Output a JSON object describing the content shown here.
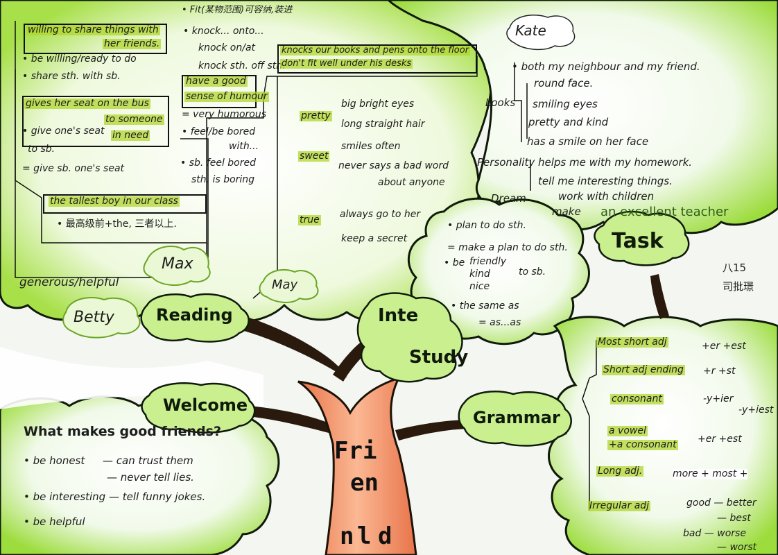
{
  "trunk_title": [
    "Fri",
    "en",
    "d"
  ],
  "trunk_title_mirrored_l": "l",
  "trunk_title_mirrored_n": "n",
  "nodes": {
    "reading": "Reading",
    "welcome": "Welcome",
    "integrated_study": [
      "Inte",
      "Study"
    ],
    "grammar": "Grammar",
    "task": "Task"
  },
  "names": {
    "max": "Max",
    "may": "May",
    "betty": "Betty",
    "kate": "Kate",
    "betty_trait": "generous/helpful"
  },
  "author": [
    "八15",
    "司批璟"
  ],
  "reading_notes": {
    "willing_box": [
      "willing to share things with",
      "her friends."
    ],
    "willing_points": [
      "• be willing/ready to do",
      "• share sth. with sb."
    ],
    "seat_box": [
      "gives her seat on the bus",
      "to someone",
      "in need"
    ],
    "seat_points": [
      "• give one's seat",
      "to sb.",
      "= give sb. one's seat"
    ],
    "fit_note": "• Fit(某物范围)可容纳,装进",
    "knock_points": [
      "• knock... onto...",
      "knock on/at",
      "knock sth. off sth."
    ],
    "knock_box": [
      "knocks our books and pens onto the floor",
      "don't fit well under his desks"
    ],
    "humour_box": [
      "have a good",
      "sense of humour"
    ],
    "humour_points": [
      "= very humorous",
      "• feel/be bored",
      "with...",
      "• sb. feel bored",
      "sth. is boring"
    ],
    "tallest_box": "the tallest boy in our class",
    "tallest_note": "• 最高级前+the, 三者以上."
  },
  "may_notes": {
    "pretty": "pretty",
    "pretty_points": [
      "big bright eyes",
      "long straight hair"
    ],
    "sweet": "sweet",
    "sweet_points": [
      "smiles often",
      "never says a bad word",
      "about anyone"
    ],
    "true": "true",
    "true_points": [
      "always go to her",
      "keep a secret"
    ]
  },
  "kate_notes": {
    "intro": "• both my neighbour and my friend.",
    "looks": "Looks",
    "looks_points": [
      "round face.",
      "smiling eyes",
      "pretty and kind",
      "has a smile on her face"
    ],
    "personality": "Personality",
    "personality_points": [
      "helps me with my homework.",
      "tell me interesting things.",
      "work with children",
      "make"
    ],
    "dream": "Dream",
    "dream_value": "an excellent teacher"
  },
  "study_notes": [
    "• plan to do sth.",
    "= make a plan to do sth.",
    "• be",
    "friendly",
    "kind",
    "nice",
    "to sb.",
    "• the same as",
    "= as...as"
  ],
  "grammar_notes": {
    "rule1": "Most short adj",
    "rule1_suffix": "+er +est",
    "rule2": "Short adj ending",
    "rule2_suffix": "+r +st",
    "rule3": "consonant",
    "rule3_suffix": "-y+ier",
    "rule3_suffix2": "-y+iest",
    "rule4": [
      "a vowel",
      "+a consonant"
    ],
    "rule4_suffix": "+er +est",
    "rule5": "Long adj.",
    "rule5_suffix": "more + most +",
    "rule6": "Irregular adj",
    "rule6_words": [
      "good — better",
      "— best",
      "bad — worse",
      "— worst"
    ]
  },
  "welcome_notes": {
    "question": "What makes good friends?",
    "points": [
      "• be honest",
      "— can trust them",
      "— never tell lies.",
      "• be interesting — tell funny jokes.",
      "• be helpful"
    ]
  },
  "colors": {
    "leaf_green": "#9fde3c",
    "leaf_light": "#dcf2b8",
    "trunk": "#f28a5a",
    "trunk_stroke": "#1c1208",
    "highlight": "#b0d62e",
    "branch": "#2a1a0d"
  }
}
